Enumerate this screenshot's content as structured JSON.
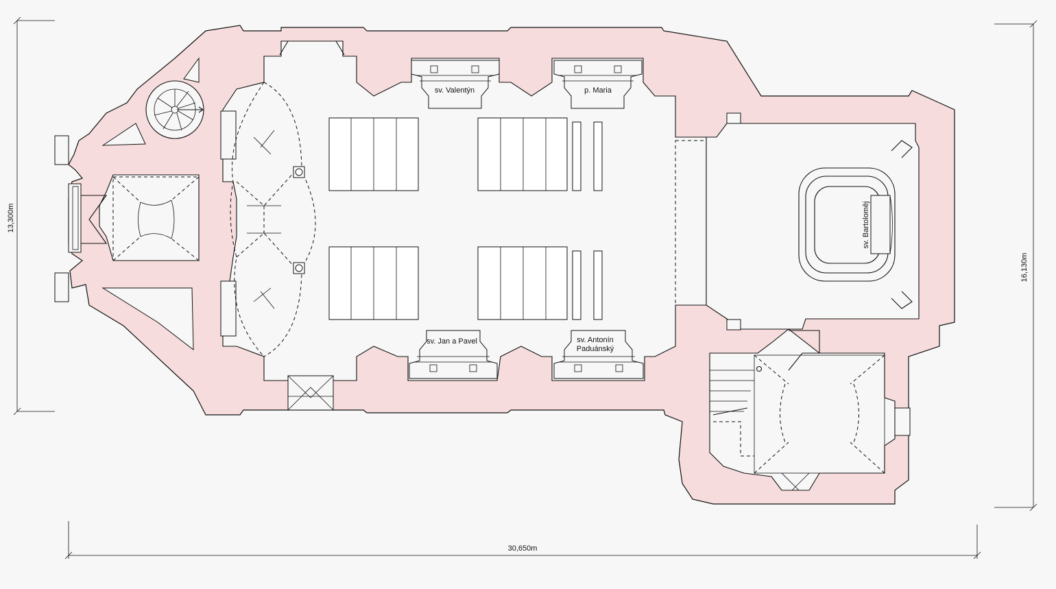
{
  "colors": {
    "wall": "#f6dcdc",
    "line": "#111111",
    "interior": "#f7f7f7"
  },
  "dimensions": {
    "width_total": "30,650m",
    "height_left": "13,300m",
    "height_right": "16,130m"
  },
  "chapels": {
    "north_1": "sv. Valentýn",
    "north_2": "p. Maria",
    "south_1": "sv. Jan a Pavel",
    "south_2_line1": "sv. Antonín",
    "south_2_line2": "Paduánský"
  },
  "presbytery": {
    "altar_label": "sv. Bartoloměj"
  },
  "icons": {
    "spiral_stair": "spiral-staircase-icon",
    "column": "column-icon"
  }
}
